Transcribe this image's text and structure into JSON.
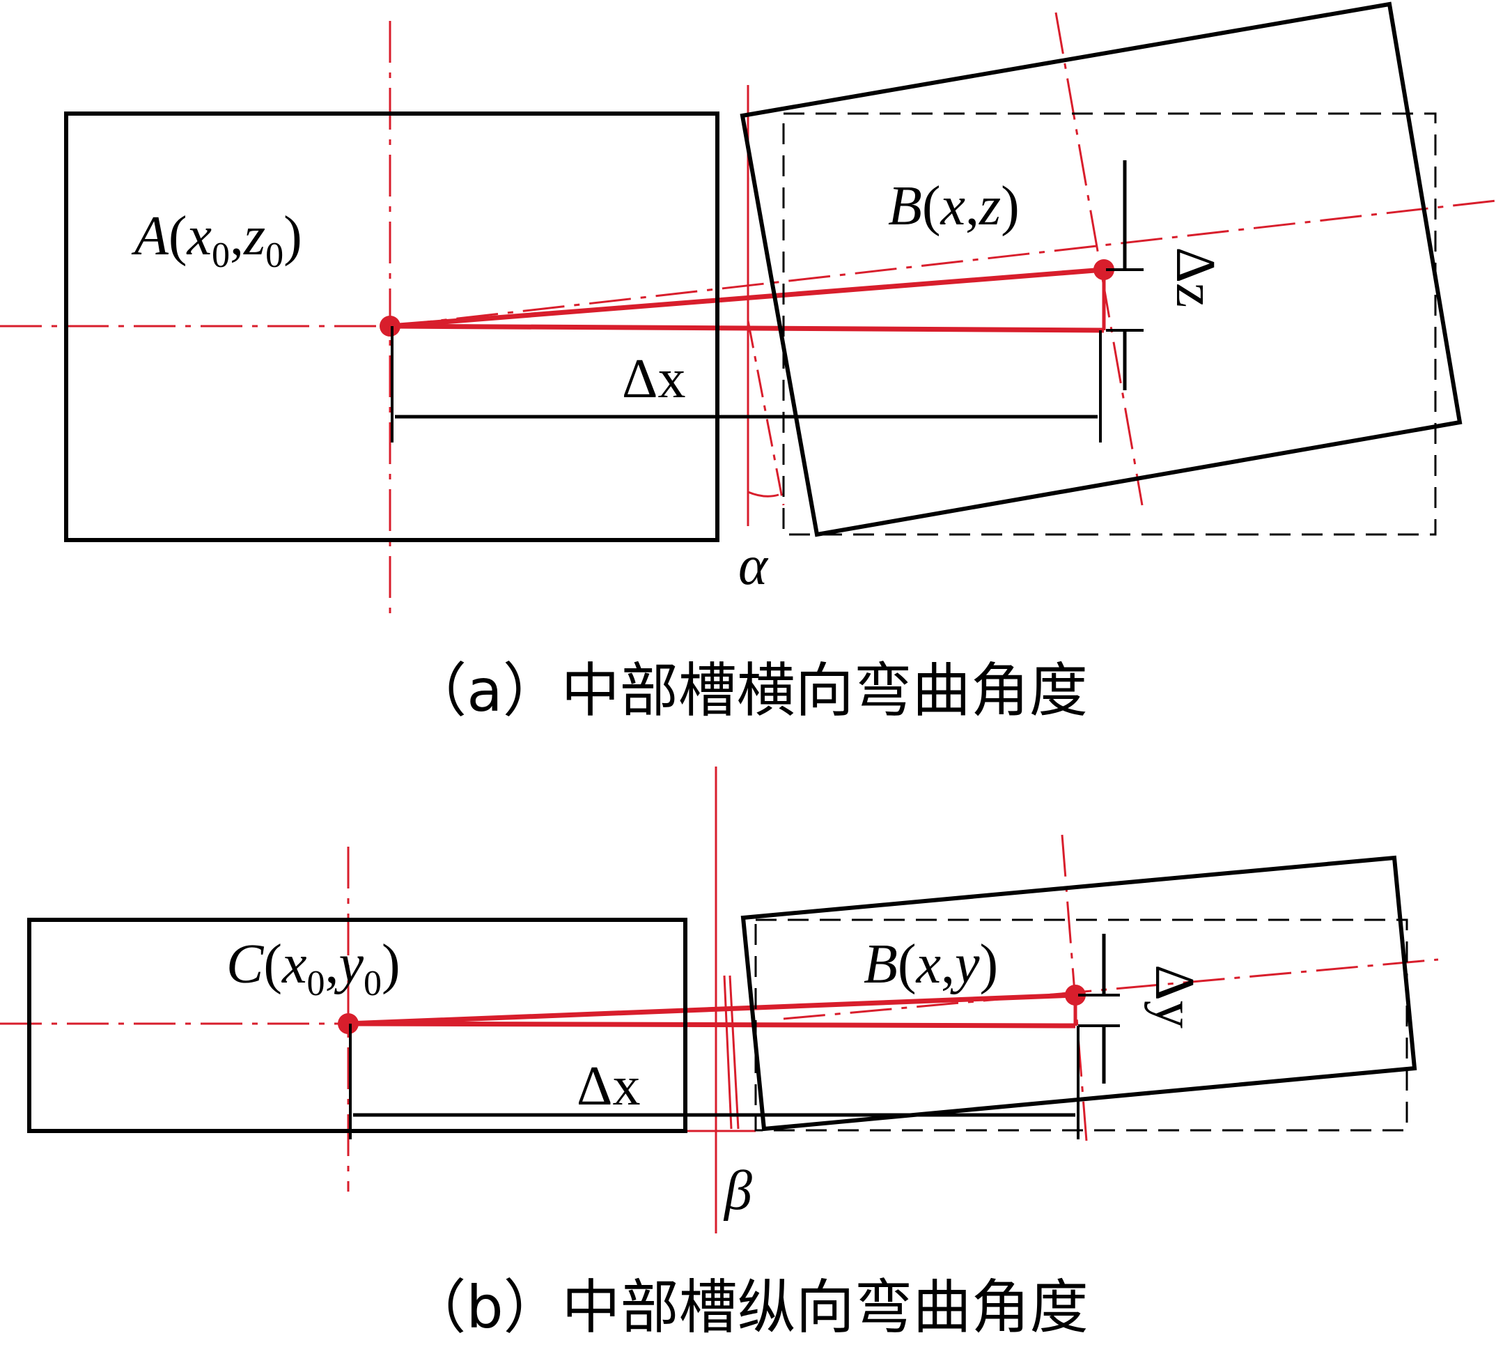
{
  "panel_a": {
    "point_a_label": "A",
    "point_a_args": [
      "x",
      "0",
      "z",
      "0"
    ],
    "point_b_label": "B",
    "point_b_args": [
      "x",
      "z"
    ],
    "delta_x_label": "Δx",
    "delta_z_label": "Δz",
    "angle_label": "α",
    "caption": "（a）中部槽横向弯曲角度"
  },
  "panel_b": {
    "point_c_label": "C",
    "point_c_args": [
      "x",
      "0",
      "y",
      "0"
    ],
    "point_b_label": "B",
    "point_b_args": [
      "x",
      "y"
    ],
    "delta_x_label": "Δx",
    "delta_y_label": "Δy",
    "angle_label": "β",
    "caption": "（b）中部槽纵向弯曲角度"
  },
  "colors": {
    "outline": "#000000",
    "construction": "#d81e2c"
  }
}
